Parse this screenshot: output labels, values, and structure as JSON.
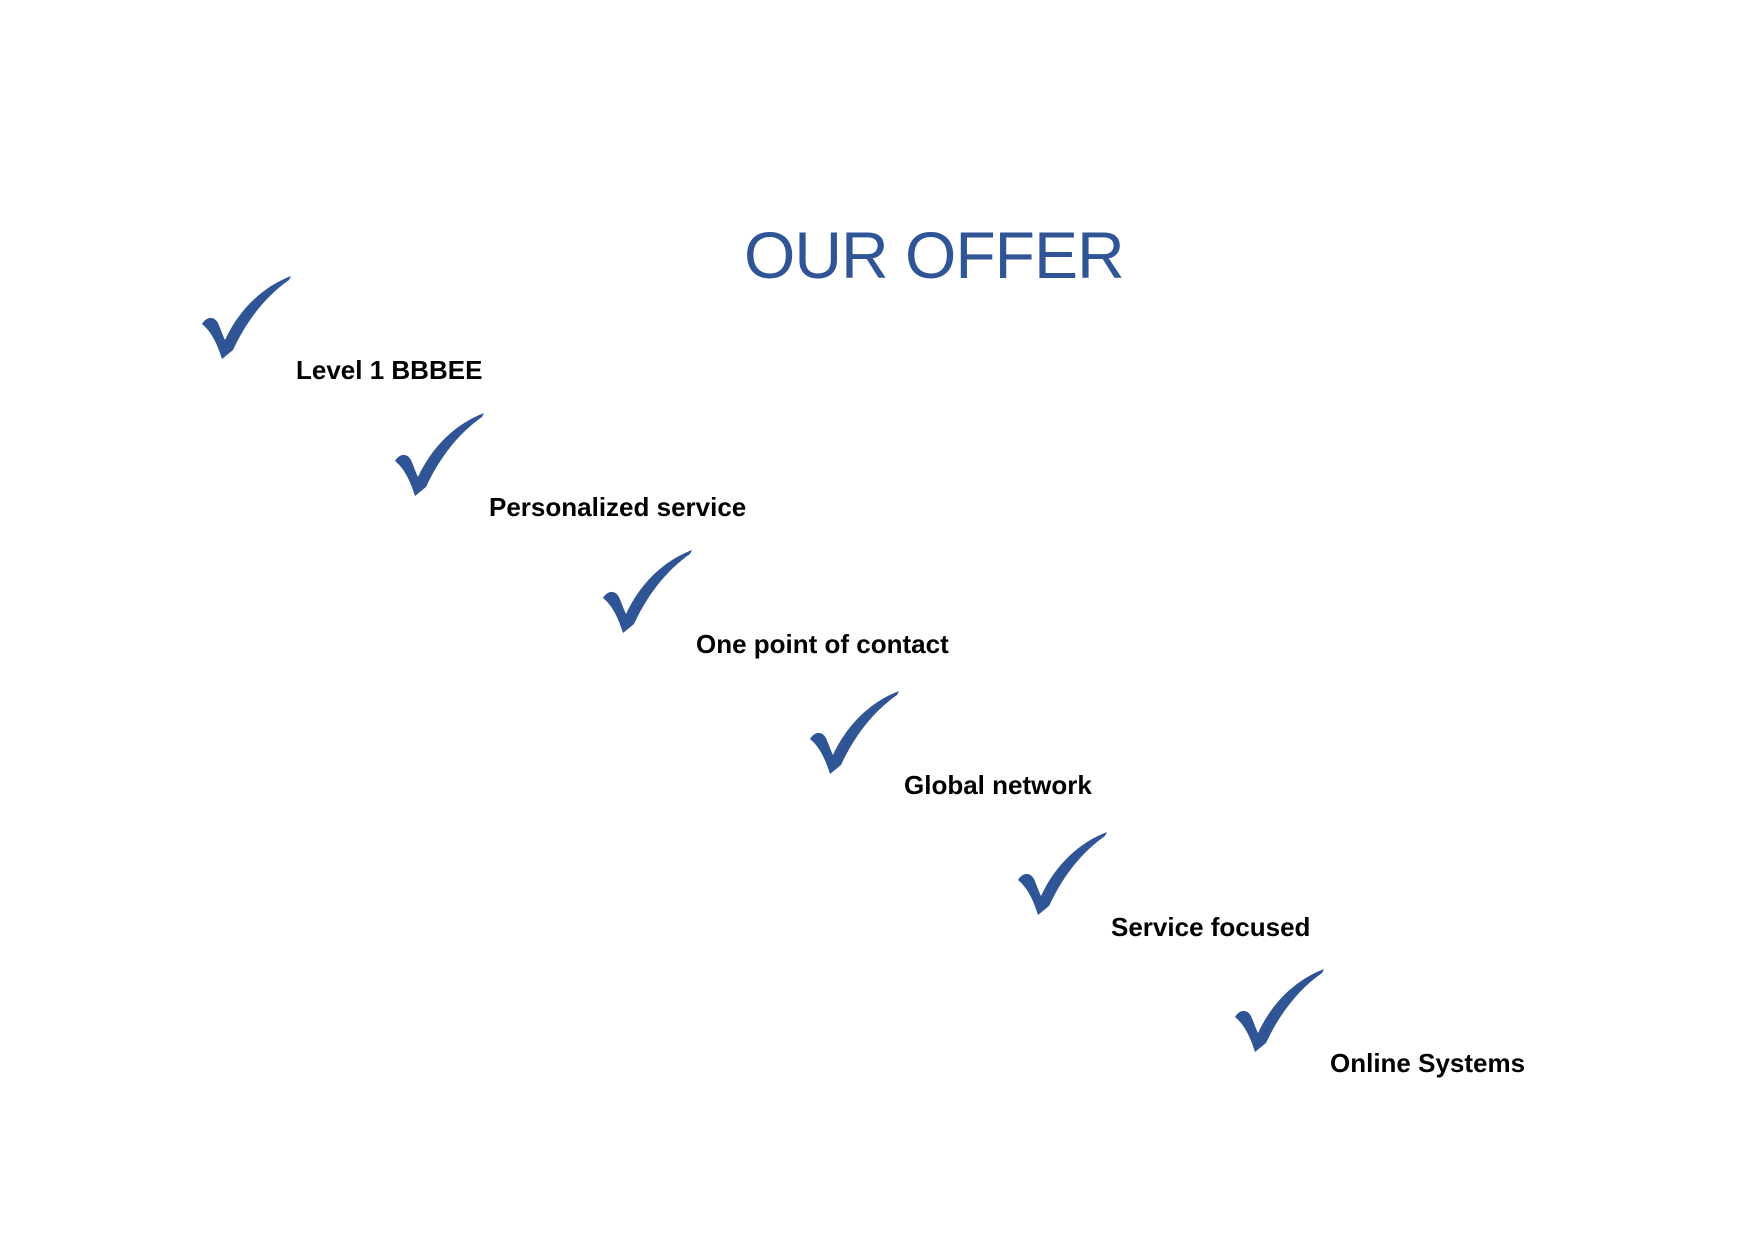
{
  "title": "OUR OFFER",
  "accent_color": "#2f5597",
  "items": [
    {
      "label": "Level 1 BBBEE",
      "icon": "checkmark-icon"
    },
    {
      "label": "Personalized service",
      "icon": "checkmark-icon"
    },
    {
      "label": "One point of contact",
      "icon": "checkmark-icon"
    },
    {
      "label": "Global network",
      "icon": "checkmark-icon"
    },
    {
      "label": "Service focused",
      "icon": "checkmark-icon"
    },
    {
      "label": "Online Systems",
      "icon": "checkmark-icon"
    }
  ]
}
